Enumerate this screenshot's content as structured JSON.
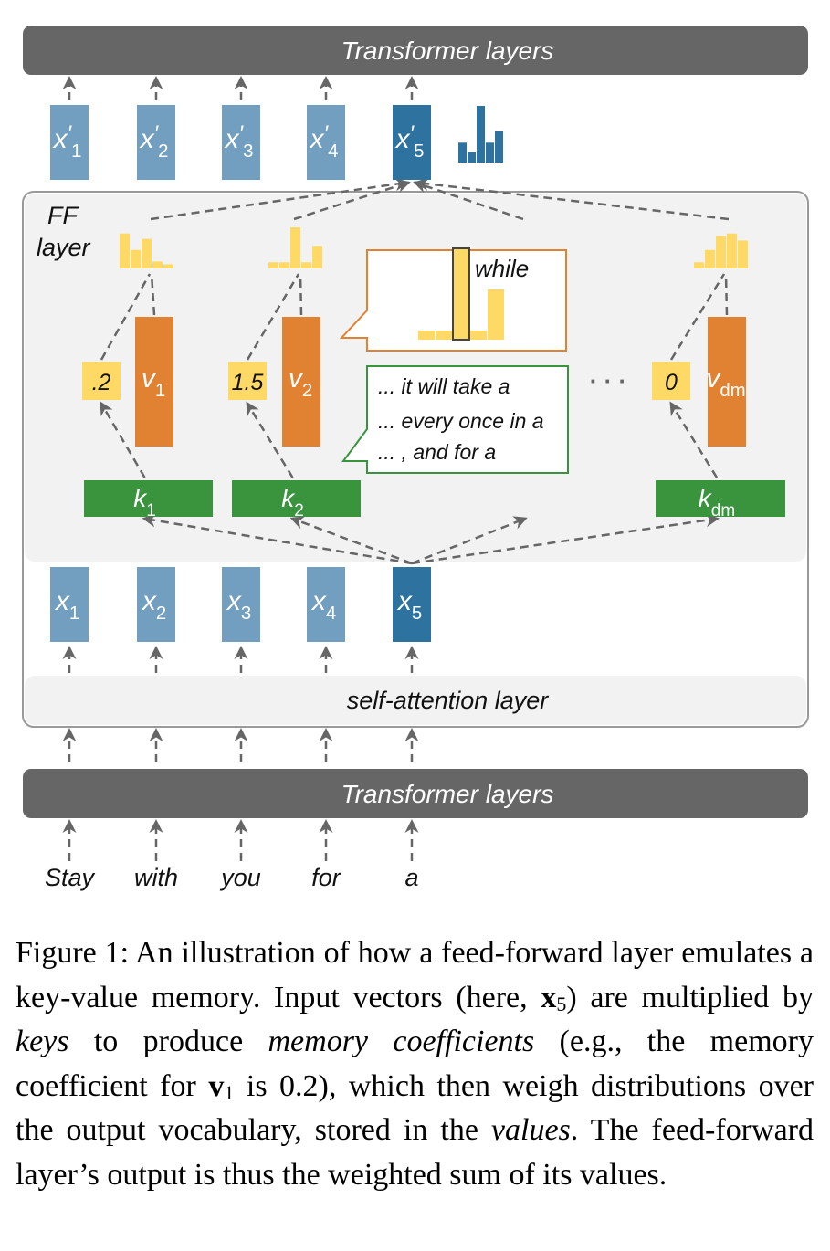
{
  "figure": {
    "top_layer_label": "Transformer layers",
    "bottom_layer_label": "Transformer layers",
    "ff_layer_label_line1": "FF",
    "ff_layer_label_line2": "layer",
    "self_attention_label": "self-attention layer",
    "ellipsis": "· · ·",
    "input_tokens": [
      "Stay",
      "with",
      "you",
      "for",
      "a"
    ],
    "input_vectors": [
      {
        "base": "x",
        "sub": "1"
      },
      {
        "base": "x",
        "sub": "2"
      },
      {
        "base": "x",
        "sub": "3"
      },
      {
        "base": "x",
        "sub": "4"
      },
      {
        "base": "x",
        "sub": "5",
        "highlighted": true
      }
    ],
    "output_vectors": [
      {
        "base": "x",
        "sub": "1",
        "prime": "′"
      },
      {
        "base": "x",
        "sub": "2",
        "prime": "′"
      },
      {
        "base": "x",
        "sub": "3",
        "prime": "′"
      },
      {
        "base": "x",
        "sub": "4",
        "prime": "′"
      },
      {
        "base": "x",
        "sub": "5",
        "prime": "′",
        "highlighted": true
      }
    ],
    "output_distribution": [
      0.35,
      0.18,
      1.0,
      0.35,
      0.55
    ],
    "memories": [
      {
        "key": {
          "base": "k",
          "sub": "1"
        },
        "value": {
          "base": "v",
          "sub": "1"
        },
        "coefficient": ".2",
        "distribution": [
          0.85,
          0.45,
          0.72,
          0.17,
          0.1
        ]
      },
      {
        "key": {
          "base": "k",
          "sub": "2"
        },
        "value": {
          "base": "v",
          "sub": "2"
        },
        "coefficient": "1.5",
        "distribution": [
          0.15,
          0.15,
          1.0,
          0.15,
          0.55
        ]
      },
      {
        "key": {
          "base": "k",
          "sub": "dm"
        },
        "value": {
          "base": "v",
          "sub": "dm"
        },
        "coefficient": "0",
        "distribution": [
          0.15,
          0.45,
          0.8,
          0.85,
          0.68
        ]
      }
    ],
    "value_callout": {
      "word": "while",
      "distribution": [
        0.1,
        0.1,
        1.0,
        0.1,
        0.55
      ],
      "highlighted_index": 2
    },
    "key_callout": {
      "lines": [
        "... it will take a",
        "... every once in a",
        "... , and for a"
      ]
    },
    "colors": {
      "transformer_bar": "#666666",
      "vector_light": "#729fbf",
      "vector_dark": "#2e72a0",
      "ff_panel": "#f2f2f2",
      "key_green": "#3a933d",
      "value_orange": "#e08232",
      "coef_yellow": "#fed966",
      "arrow_gray": "#666666",
      "callout_orange": "#e08232",
      "callout_green": "#3a933d"
    }
  },
  "caption": {
    "label": "Figure 1:",
    "segments": [
      {
        "text": " An illustration of how a feed-forward layer emulates a key-value memory. Input vectors (here, ",
        "style": "normal"
      },
      {
        "text": "x",
        "style": "bold"
      },
      {
        "text": "5",
        "style": "sub"
      },
      {
        "text": ") are multiplied by ",
        "style": "normal"
      },
      {
        "text": "keys",
        "style": "italic"
      },
      {
        "text": " to produce ",
        "style": "normal"
      },
      {
        "text": "memory coefficients",
        "style": "italic"
      },
      {
        "text": " (e.g., the memory coefficient for ",
        "style": "normal"
      },
      {
        "text": "v",
        "style": "bold"
      },
      {
        "text": "1",
        "style": "sub"
      },
      {
        "text": " is 0.2), which then weigh distributions over the output vocabulary, stored in the ",
        "style": "normal"
      },
      {
        "text": "values",
        "style": "italic"
      },
      {
        "text": ".  The feed-forward layer’s output is thus the weighted sum of its values.",
        "style": "normal"
      }
    ]
  }
}
